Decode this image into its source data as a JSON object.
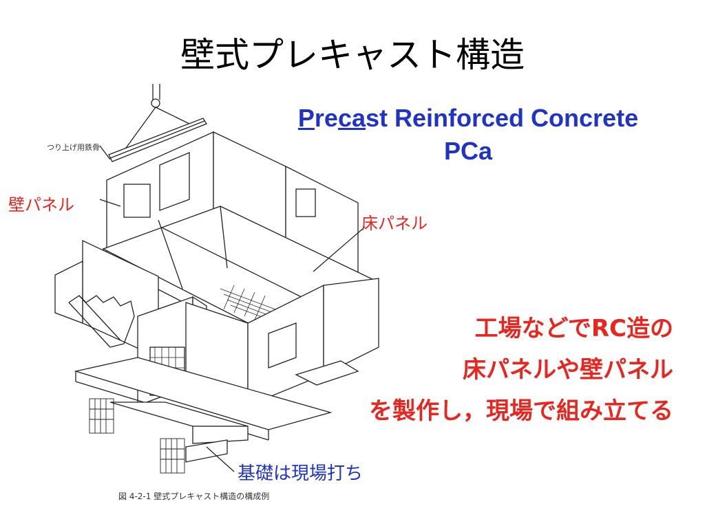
{
  "title": "壁式プレキャスト構造",
  "subtitle": {
    "line1_parts": [
      "P",
      "re",
      "ca",
      "st Reinforced Concrete"
    ],
    "line2": "PCa"
  },
  "labels": {
    "wall_panel": "壁パネル",
    "floor_panel": "床パネル",
    "lifting_steel": "つり上げ用鉄骨",
    "foundation": "基礎は現場打ち",
    "figure_caption": "図 4-2-1 壁式プレキャスト構造の構成例"
  },
  "description": [
    "工場などでRC造の",
    "床パネルや壁パネル",
    "を製作し，現場で組み立てる"
  ],
  "colors": {
    "title": "#000000",
    "subtitle": "#1f33c7",
    "accent_red": "#e8251e",
    "blue": "#1f33c7"
  }
}
